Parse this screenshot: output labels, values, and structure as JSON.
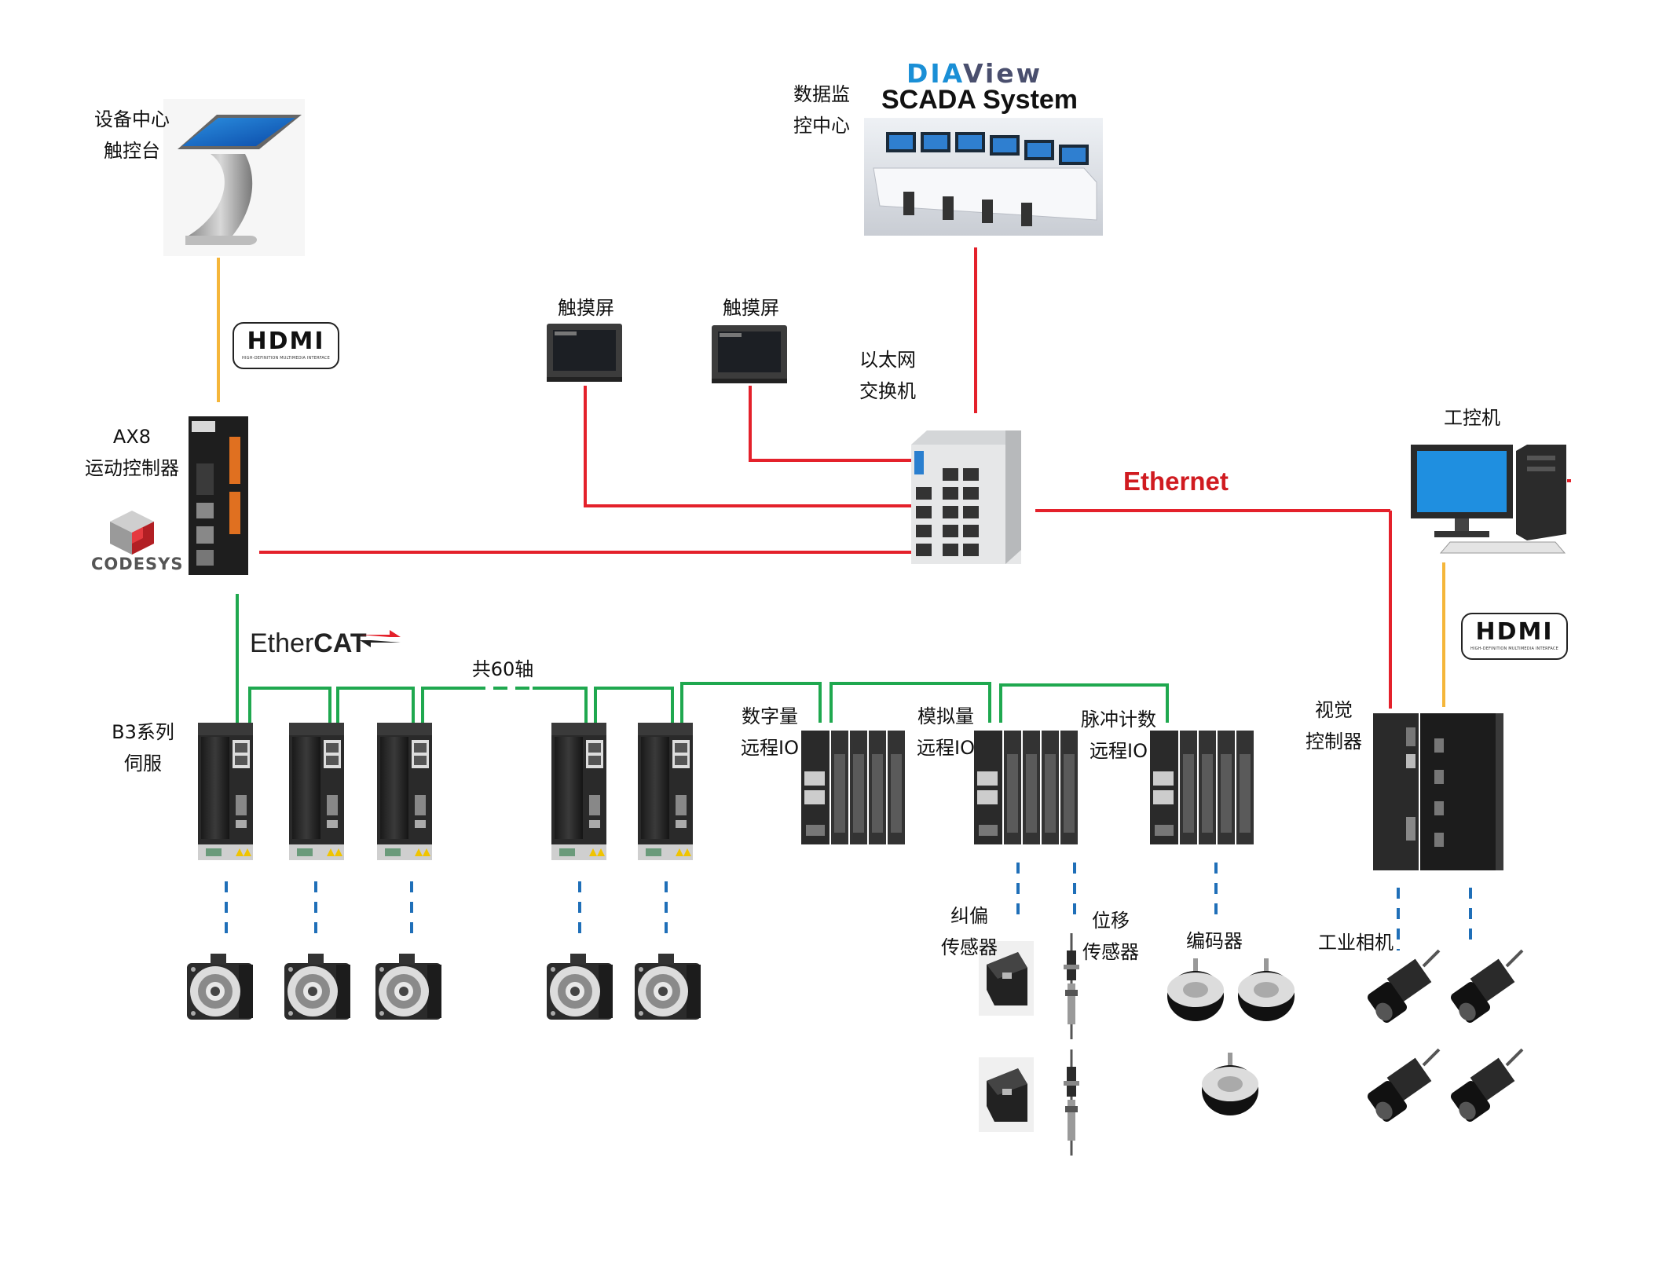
{
  "labels": {
    "console": [
      "设备中心",
      "触控台"
    ],
    "scada_center": [
      "数据监",
      "控中心"
    ],
    "scada_brand_a": "DIA",
    "scada_brand_b": "View",
    "scada_system": "SCADA System",
    "touch1": "触摸屏",
    "touch2": "触摸屏",
    "switch": [
      "以太网",
      "交换机"
    ],
    "ipc": "工控机",
    "ethernet": "Ethernet",
    "controller": [
      "AX8",
      "运动控制器"
    ],
    "codesys": "CODESYS",
    "ethercat_a": "Ether",
    "ethercat_b": "CAT",
    "axes": "共60轴",
    "servo": [
      "B3系列",
      "伺服"
    ],
    "digital_io": [
      "数字量",
      "远程IO"
    ],
    "analog_io": [
      "模拟量",
      "远程IO"
    ],
    "pulse_io": [
      "脉冲计数",
      "远程IO"
    ],
    "vision": [
      "视觉",
      "控制器"
    ],
    "deviation_sensor": [
      "纠偏",
      "传感器"
    ],
    "displacement_sensor": [
      "位移",
      "传感器"
    ],
    "encoder": "编码器",
    "camera": "工业相机"
  },
  "hdmi": {
    "logo": "HDMI",
    "tagline": "HIGH-DEFINITION MULTIMEDIA INTERFACE"
  },
  "colors": {
    "ethernet_link": "#e4212b",
    "ethercat_link": "#1fa84f",
    "hdmi_link": "#f5b63a",
    "signal_link": "#1f6fb8",
    "ethernet_text": "#d01b20",
    "brand_blue": "#1a8fd6"
  },
  "icons": [
    "touch-kiosk-icon",
    "control-room-icon",
    "hmi-panel-icon",
    "ethernet-switch-icon",
    "desktop-pc-icon",
    "motion-controller-icon",
    "codesys-cube-icon",
    "servo-drive-icon",
    "servo-motor-icon",
    "remote-io-icon",
    "vision-controller-icon",
    "photo-sensor-icon",
    "displacement-sensor-icon",
    "rotary-encoder-icon",
    "industrial-camera-icon"
  ]
}
